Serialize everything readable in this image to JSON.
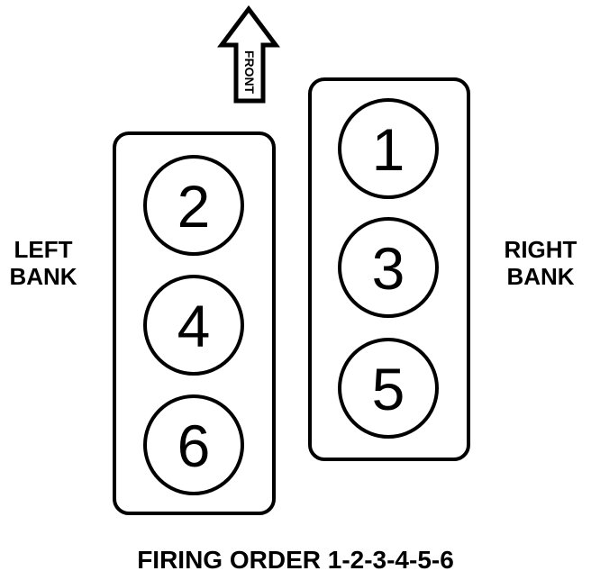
{
  "arrow": {
    "label": "FRONT",
    "icon": "up-arrow-icon"
  },
  "banks": {
    "left": {
      "line1": "LEFT",
      "line2": "BANK",
      "cylinders": [
        "2",
        "4",
        "6"
      ]
    },
    "right": {
      "line1": "RIGHT",
      "line2": "BANK",
      "cylinders": [
        "1",
        "3",
        "5"
      ]
    }
  },
  "footer": {
    "firing_order": "FIRING ORDER 1-2-3-4-5-6"
  }
}
